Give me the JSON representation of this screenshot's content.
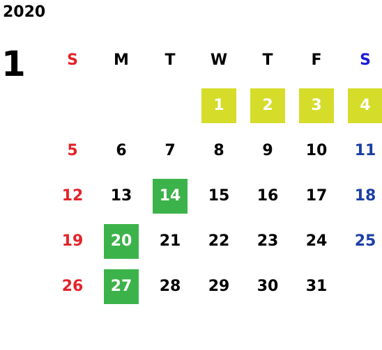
{
  "year": "2020",
  "month": "1",
  "weekdays": [
    "S",
    "M",
    "T",
    "W",
    "T",
    "F",
    "S"
  ],
  "leading_blanks": 3,
  "weeks": [
    [
      null,
      null,
      null,
      {
        "day": "1",
        "mark": "yellow"
      },
      {
        "day": "2",
        "mark": "yellow"
      },
      {
        "day": "3",
        "mark": "yellow"
      },
      {
        "day": "4",
        "mark": "yellow"
      }
    ],
    [
      {
        "day": "5"
      },
      {
        "day": "6"
      },
      {
        "day": "7"
      },
      {
        "day": "8"
      },
      {
        "day": "9"
      },
      {
        "day": "10"
      },
      {
        "day": "11"
      }
    ],
    [
      {
        "day": "12"
      },
      {
        "day": "13"
      },
      {
        "day": "14",
        "mark": "green"
      },
      {
        "day": "15"
      },
      {
        "day": "16"
      },
      {
        "day": "17"
      },
      {
        "day": "18"
      }
    ],
    [
      {
        "day": "19"
      },
      {
        "day": "20",
        "mark": "green"
      },
      {
        "day": "21"
      },
      {
        "day": "22"
      },
      {
        "day": "23"
      },
      {
        "day": "24"
      },
      {
        "day": "25"
      }
    ],
    [
      {
        "day": "26"
      },
      {
        "day": "27",
        "mark": "green"
      },
      {
        "day": "28"
      },
      {
        "day": "29"
      },
      {
        "day": "30"
      },
      {
        "day": "31"
      },
      null
    ]
  ],
  "colors": {
    "sunday": "#e3232a",
    "saturday": "#1a3fa3",
    "saturday_header": "#1b1bdb",
    "highlight_yellow": "#d5dc2a",
    "highlight_green": "#3cb34a"
  }
}
